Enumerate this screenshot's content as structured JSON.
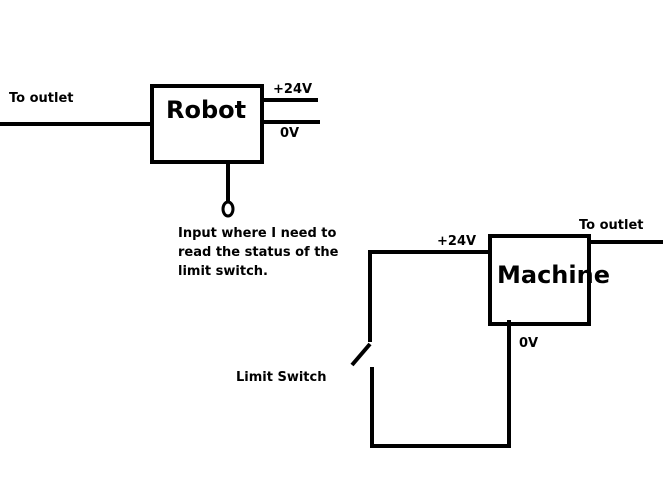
{
  "colors": {
    "line": "#000000",
    "background": "#ffffff"
  },
  "robot": {
    "title": "Robot",
    "outlet_label": "To outlet",
    "plus_label": "+24V",
    "zero_label": "0V",
    "input_note": [
      "Input where I need to",
      "read the status of the",
      "limit switch."
    ]
  },
  "machine": {
    "title": "Machine",
    "outlet_label": "To outlet",
    "plus_label": "+24V",
    "zero_label": "0V"
  },
  "switch": {
    "label": "Limit Switch"
  }
}
